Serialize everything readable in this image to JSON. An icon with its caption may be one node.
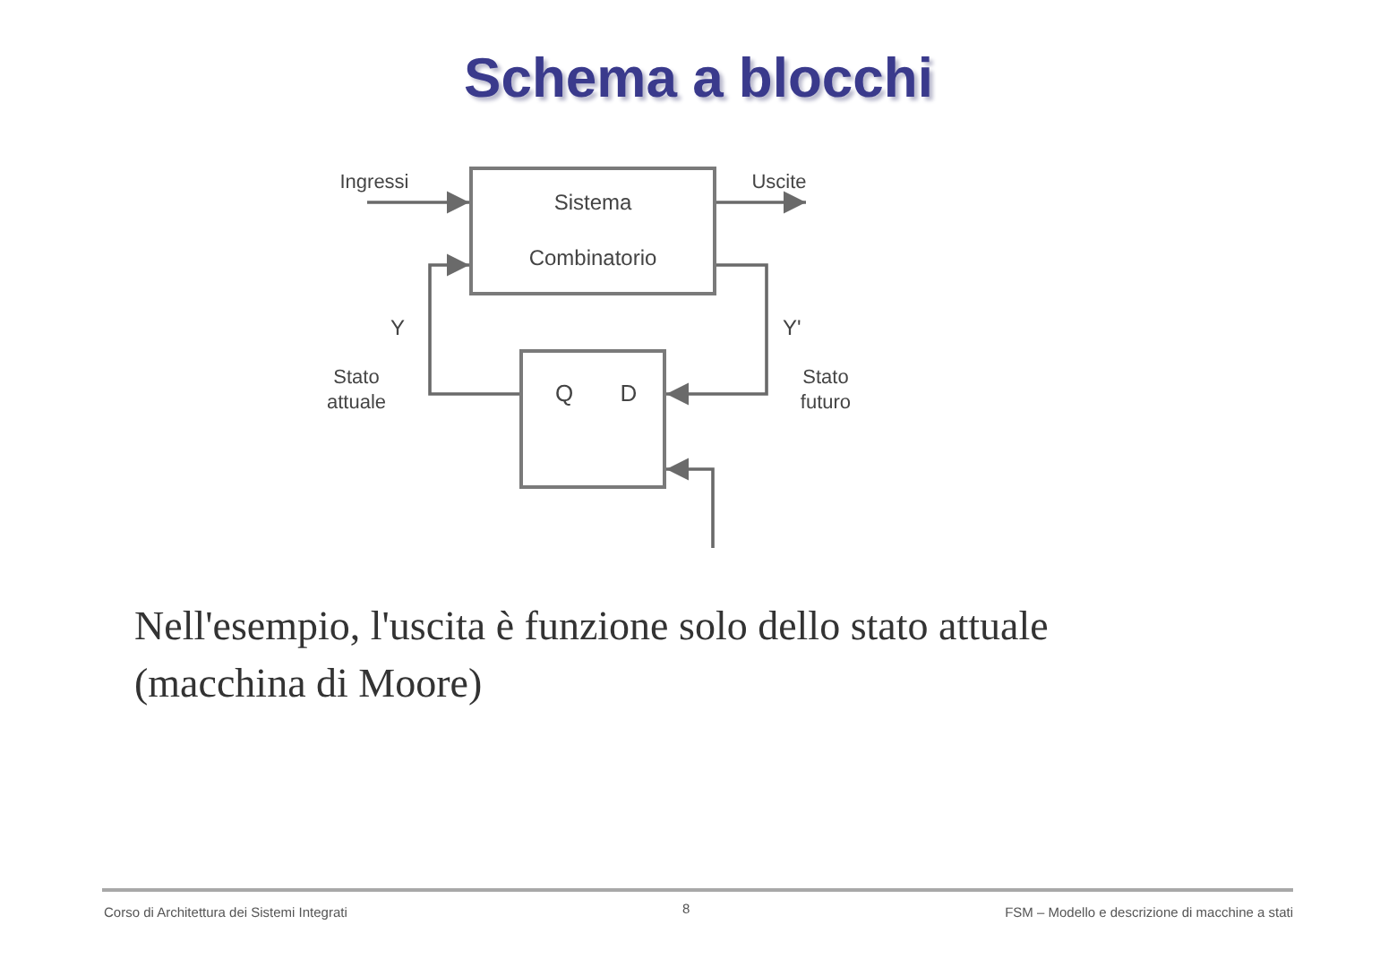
{
  "diagram": {
    "title": "Schema a blocchi",
    "nodes": [
      {
        "text": [
          "Ingressi"
        ]
      },
      {
        "text": [
          "Sistema Combinatorio"
        ]
      },
      {
        "text": [
          "Uscite"
        ]
      },
      {
        "text": [
          "Q",
          "D"
        ]
      }
    ],
    "edges": [
      {
        "from": 0,
        "to": 1,
        "arrow": "to"
      },
      {
        "from": 1,
        "to": 2,
        "arrow": "to"
      },
      {
        "from": 3,
        "to": 1,
        "arrow": "to"
      },
      {
        "from": 1,
        "to": 3,
        "arrow": "to"
      },
      {
        "from": null,
        "to": 3,
        "arrow": "to"
      }
    ],
    "labels": [
      "Y",
      "Stato attuale",
      "Y'",
      "Stato futuro",
      "Nell'esempio, l'uscita è funzione solo dello stato attuale (macchina di Moore)",
      "Corso di Architettura dei Sistemi Integrati",
      "8",
      "FSM – Modello e descrizione di macchine a stati"
    ]
  }
}
